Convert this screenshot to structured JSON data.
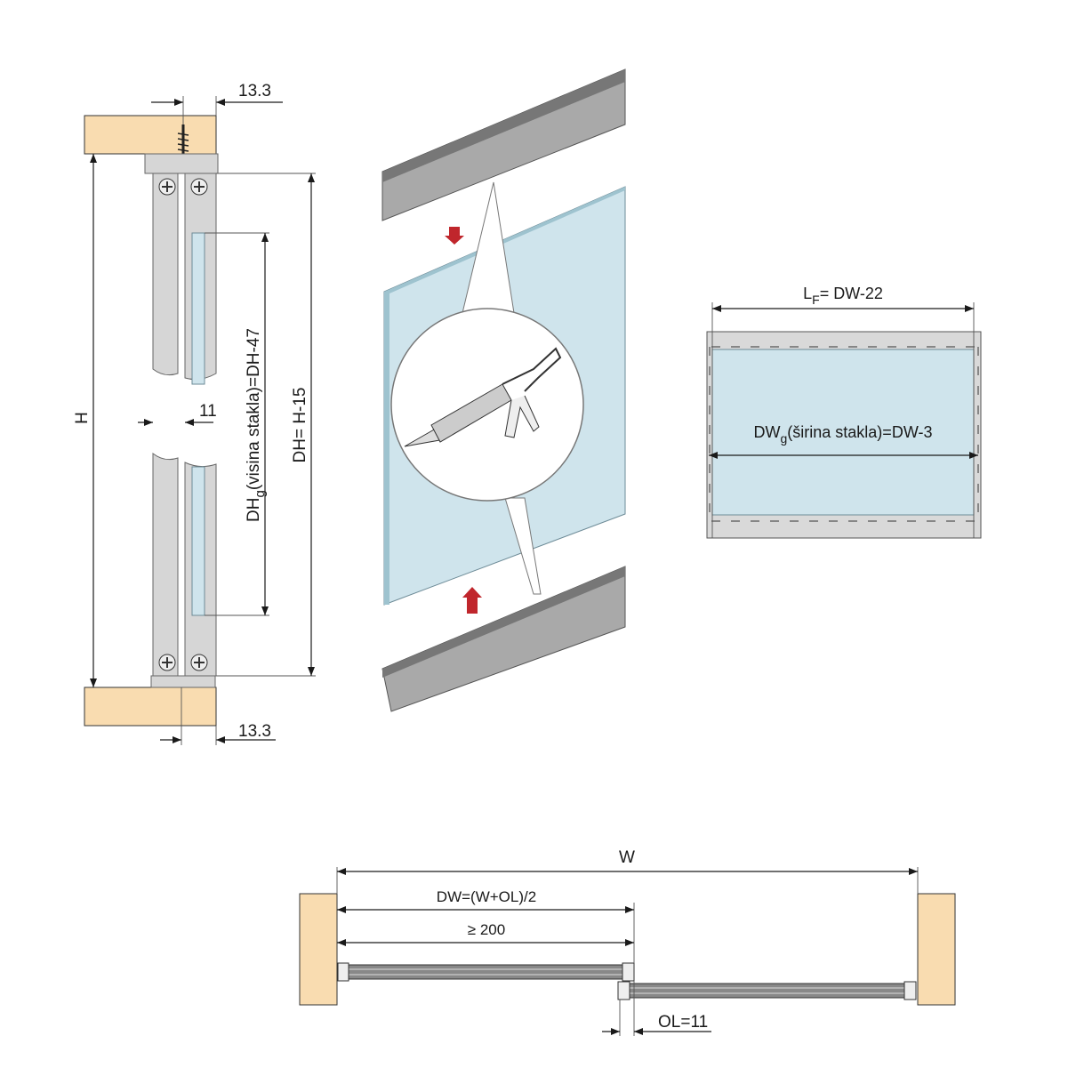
{
  "side_view": {
    "top_offset": "13.3",
    "bottom_offset": "13.3",
    "height_label": "H",
    "glass_height_main": "DH",
    "glass_height_sub": "g",
    "glass_height_rest": "(visina stakla)=DH-47",
    "gap_label": "11",
    "door_height": "DH= H-15"
  },
  "front_view": {
    "frame_length_main": "L",
    "frame_length_sub": "F",
    "frame_length_rest": "= DW-22",
    "glass_width_main": "DW",
    "glass_width_sub": "g",
    "glass_width_rest": "(širina stakla)=DW-3"
  },
  "plan_view": {
    "total_width": "W",
    "door_width": "DW=(W+OL)/2",
    "min_width": "≥ 200",
    "overlap": "OL=11"
  },
  "colors": {
    "wood": "#f9dcb0",
    "glass": "#cfe4ec",
    "aluminium": "#d6d6d6",
    "arrow": "#c0262c"
  }
}
